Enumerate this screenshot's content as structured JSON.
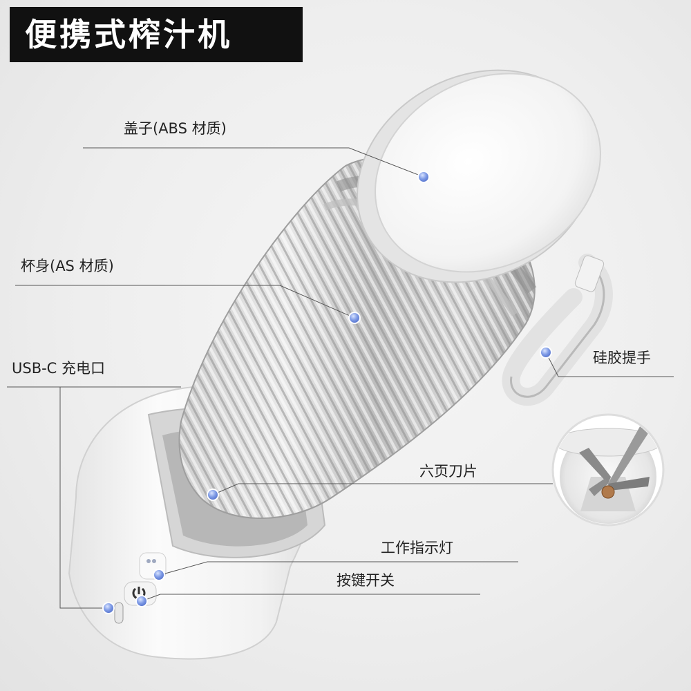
{
  "title": "便携式榨汁机",
  "labels": {
    "lid": "盖子(ABS 材质)",
    "cup": "杯身(AS 材质)",
    "usb": "USB-C 充电口",
    "handle": "硅胶提手",
    "blade": "六页刀片",
    "indicator": "工作指示灯",
    "switch": "按键开关"
  },
  "colors": {
    "title_bg": "#111111",
    "title_text": "#ffffff",
    "leader_line": "#555555",
    "marker": "#6f8fe0",
    "body_white": "#f7f7f7"
  }
}
